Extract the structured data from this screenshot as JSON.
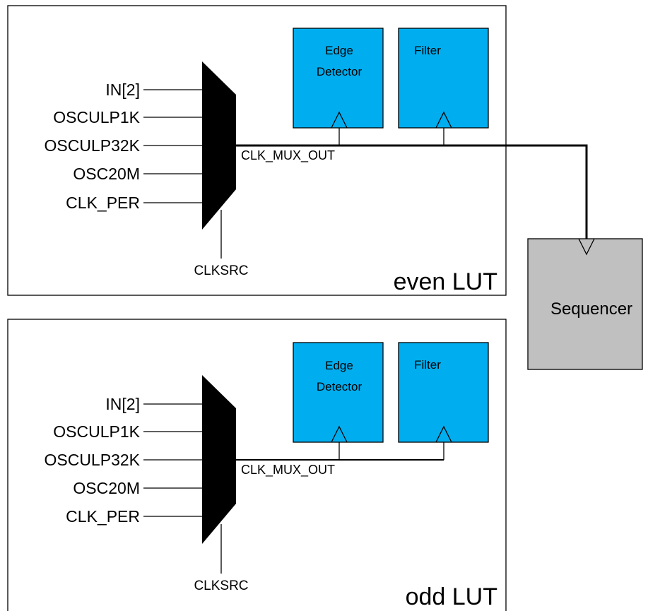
{
  "diagram": {
    "luts": [
      {
        "name": "even LUT",
        "inputs": [
          "IN[2]",
          "OSCULP1K",
          "OSCULP32K",
          "OSC20M",
          "CLK_PER"
        ],
        "mux_select": "CLKSRC",
        "mux_output": "CLK_MUX_OUT",
        "edge_detector": [
          "Edge",
          "Detector"
        ],
        "filter": "Filter"
      },
      {
        "name": "odd LUT",
        "inputs": [
          "IN[2]",
          "OSCULP1K",
          "OSCULP32K",
          "OSC20M",
          "CLK_PER"
        ],
        "mux_select": "CLKSRC",
        "mux_output": "CLK_MUX_OUT",
        "edge_detector": [
          "Edge",
          "Detector"
        ],
        "filter": "Filter"
      }
    ],
    "sequencer": "Sequencer",
    "colors": {
      "block_fill": "#00AEEF",
      "sequencer_fill": "#C0C0C0",
      "mux_fill": "#000000",
      "line": "#000000"
    }
  }
}
